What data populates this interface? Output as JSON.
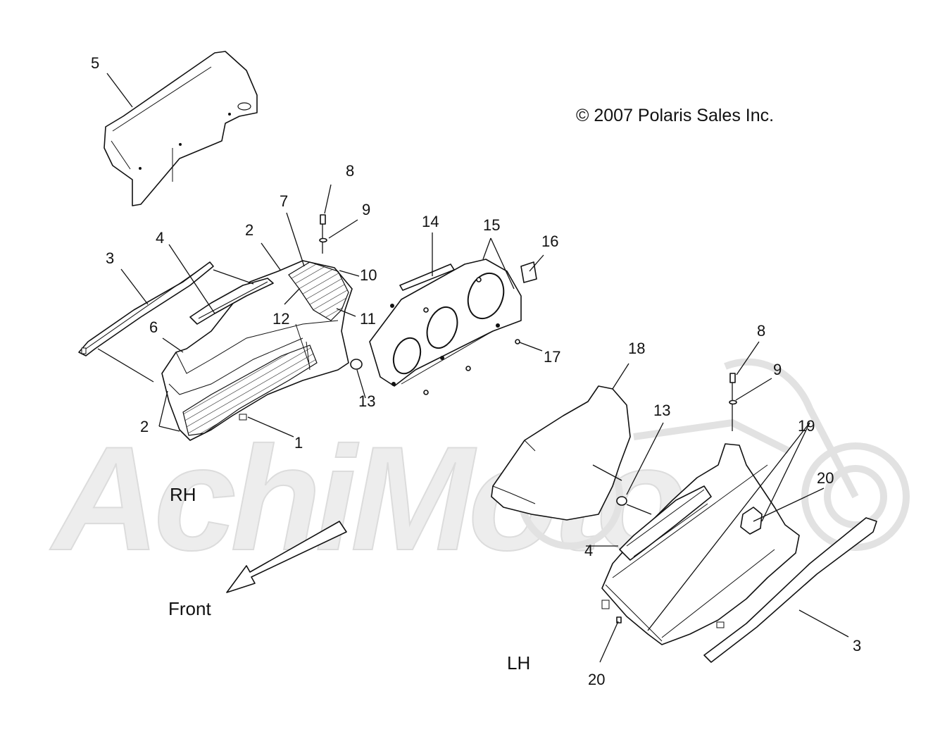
{
  "copyright": "© 2007 Polaris Sales Inc.",
  "orientation": {
    "rh": "RH",
    "lh": "LH",
    "front": "Front"
  },
  "watermark": "AchiMoto",
  "callouts": {
    "c5": "5",
    "c8a": "8",
    "c9a": "9",
    "c7": "7",
    "c2a": "2",
    "c3a": "3",
    "c4a": "4",
    "c10": "10",
    "c12": "12",
    "c11": "11",
    "c6": "6",
    "c13a": "13",
    "c2b": "2",
    "c1": "1",
    "c14": "14",
    "c15": "15",
    "c16": "16",
    "c17": "17",
    "c18": "18",
    "c8b": "8",
    "c9b": "9",
    "c13b": "13",
    "c19": "19",
    "c20a": "20",
    "c4b": "4",
    "c3b": "3",
    "c20b": "20"
  }
}
